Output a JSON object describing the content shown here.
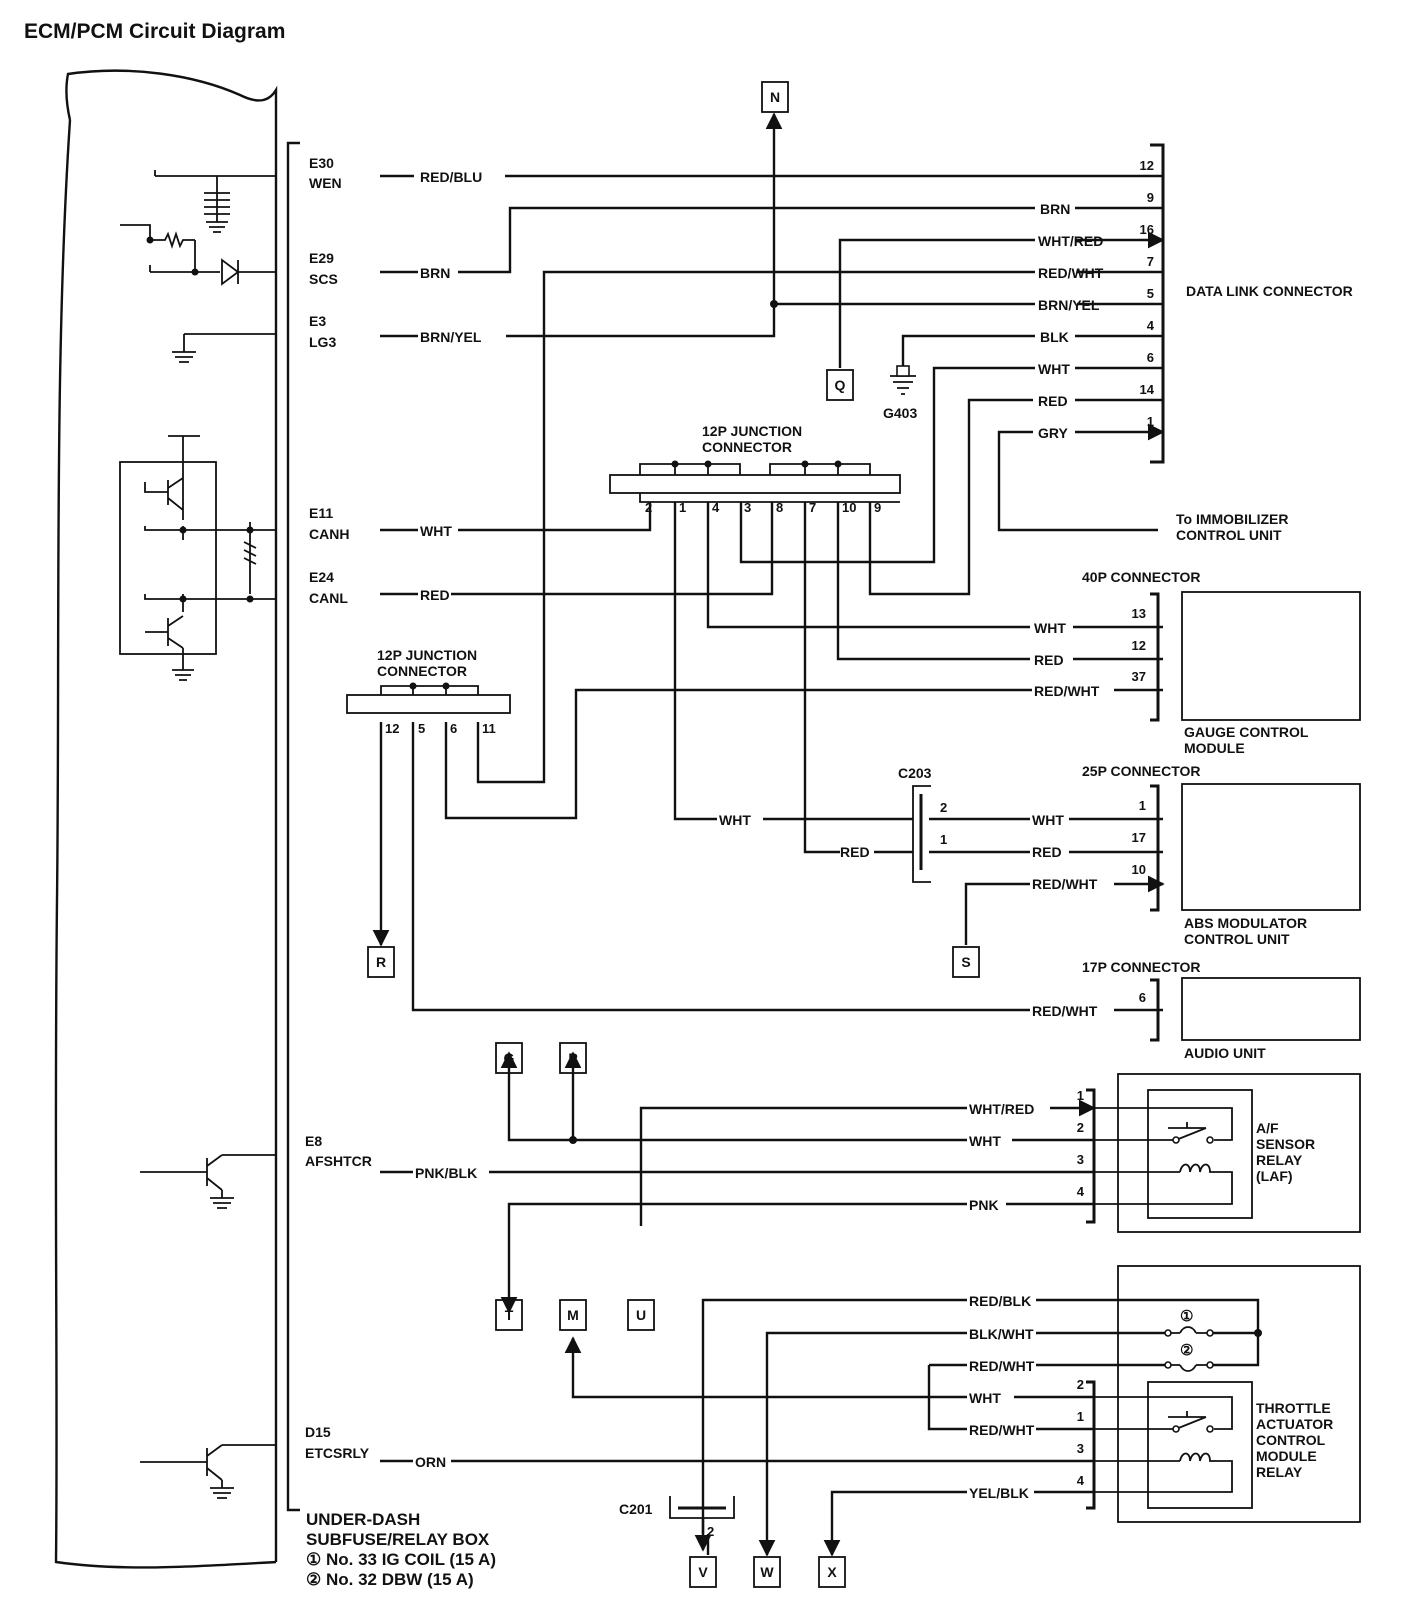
{
  "title": "ECM/PCM Circuit Diagram",
  "ecm_terminals": [
    {
      "pin": "E30",
      "signal": "WEN",
      "wire": "RED/BLU"
    },
    {
      "pin": "E29",
      "signal": "SCS",
      "wire": "BRN"
    },
    {
      "pin": "E3",
      "signal": "LG3",
      "wire": "BRN/YEL"
    },
    {
      "pin": "E11",
      "signal": "CANH",
      "wire": "WHT"
    },
    {
      "pin": "E24",
      "signal": "CANL",
      "wire": "RED"
    },
    {
      "pin": "E8",
      "signal": "AFSHTCR",
      "wire": "PNK/BLK"
    },
    {
      "pin": "D15",
      "signal": "ETCSRLY",
      "wire": "ORN"
    }
  ],
  "data_link": {
    "name": "DATA LINK CONNECTOR",
    "pins": [
      {
        "pin": "12",
        "wire": "RED/BLU"
      },
      {
        "pin": "9",
        "wire": "BRN"
      },
      {
        "pin": "16",
        "wire": "WHT/RED"
      },
      {
        "pin": "7",
        "wire": "RED/WHT"
      },
      {
        "pin": "5",
        "wire": "BRN/YEL"
      },
      {
        "pin": "4",
        "wire": "BLK"
      },
      {
        "pin": "6",
        "wire": "WHT"
      },
      {
        "pin": "14",
        "wire": "RED"
      },
      {
        "pin": "1",
        "wire": "GRY"
      }
    ]
  },
  "ground": "G403",
  "junction_upper": {
    "label": "12P JUNCTION CONNECTOR",
    "pins": [
      "2",
      "1",
      "4",
      "3",
      "8",
      "7",
      "10",
      "9"
    ]
  },
  "junction_lower": {
    "label": "12P JUNCTION CONNECTOR",
    "pins": [
      "12",
      "5",
      "6",
      "11"
    ]
  },
  "immobilizer": "To IMMOBILIZER CONTROL UNIT",
  "gauge": {
    "connector": "40P CONNECTOR",
    "name": "GAUGE CONTROL MODULE",
    "pins": [
      {
        "pin": "13",
        "wire": "WHT"
      },
      {
        "pin": "12",
        "wire": "RED"
      },
      {
        "pin": "37",
        "wire": "RED/WHT"
      }
    ]
  },
  "abs": {
    "connector": "25P CONNECTOR",
    "name": "ABS MODULATOR CONTROL UNIT",
    "c203": "C203",
    "c203_pins": [
      "2",
      "1"
    ],
    "left_wires": [
      "WHT",
      "RED"
    ],
    "pins": [
      {
        "pin": "1",
        "wire": "WHT"
      },
      {
        "pin": "17",
        "wire": "RED"
      },
      {
        "pin": "10",
        "wire": "RED/WHT"
      }
    ]
  },
  "audio": {
    "connector": "17P CONNECTOR",
    "name": "AUDIO UNIT",
    "pin": "6",
    "wire": "RED/WHT"
  },
  "af_relay": {
    "name": "A/F SENSOR RELAY (LAF)",
    "pins": [
      {
        "pin": "1",
        "wire": "WHT/RED"
      },
      {
        "pin": "2",
        "wire": "WHT"
      },
      {
        "pin": "3",
        "wire": ""
      },
      {
        "pin": "4",
        "wire": "PNK"
      }
    ]
  },
  "throttle_relay": {
    "name": "THROTTLE ACTUATOR CONTROL MODULE RELAY",
    "fuse_wires": [
      "RED/BLK",
      "BLK/WHT",
      "RED/WHT"
    ],
    "pins": [
      {
        "pin": "2",
        "wire": "WHT"
      },
      {
        "pin": "1",
        "wire": "RED/WHT"
      },
      {
        "pin": "3",
        "wire": ""
      },
      {
        "pin": "4",
        "wire": "YEL/BLK"
      }
    ]
  },
  "c201": {
    "label": "C201",
    "pin": "2"
  },
  "refs": {
    "N": "N",
    "Q": "Q",
    "R": "R",
    "S": "S",
    "G": "G",
    "P": "P",
    "T": "T",
    "M": "M",
    "U": "U",
    "V": "V",
    "W": "W",
    "X": "X"
  },
  "fuse_marks": {
    "one": "①",
    "two": "②"
  },
  "subfuse": {
    "title1": "UNDER-DASH",
    "title2": "SUBFUSE/RELAY BOX",
    "fuse1": "① No. 33 IG COIL (15 A)",
    "fuse2": "② No. 32 DBW (15 A)"
  }
}
